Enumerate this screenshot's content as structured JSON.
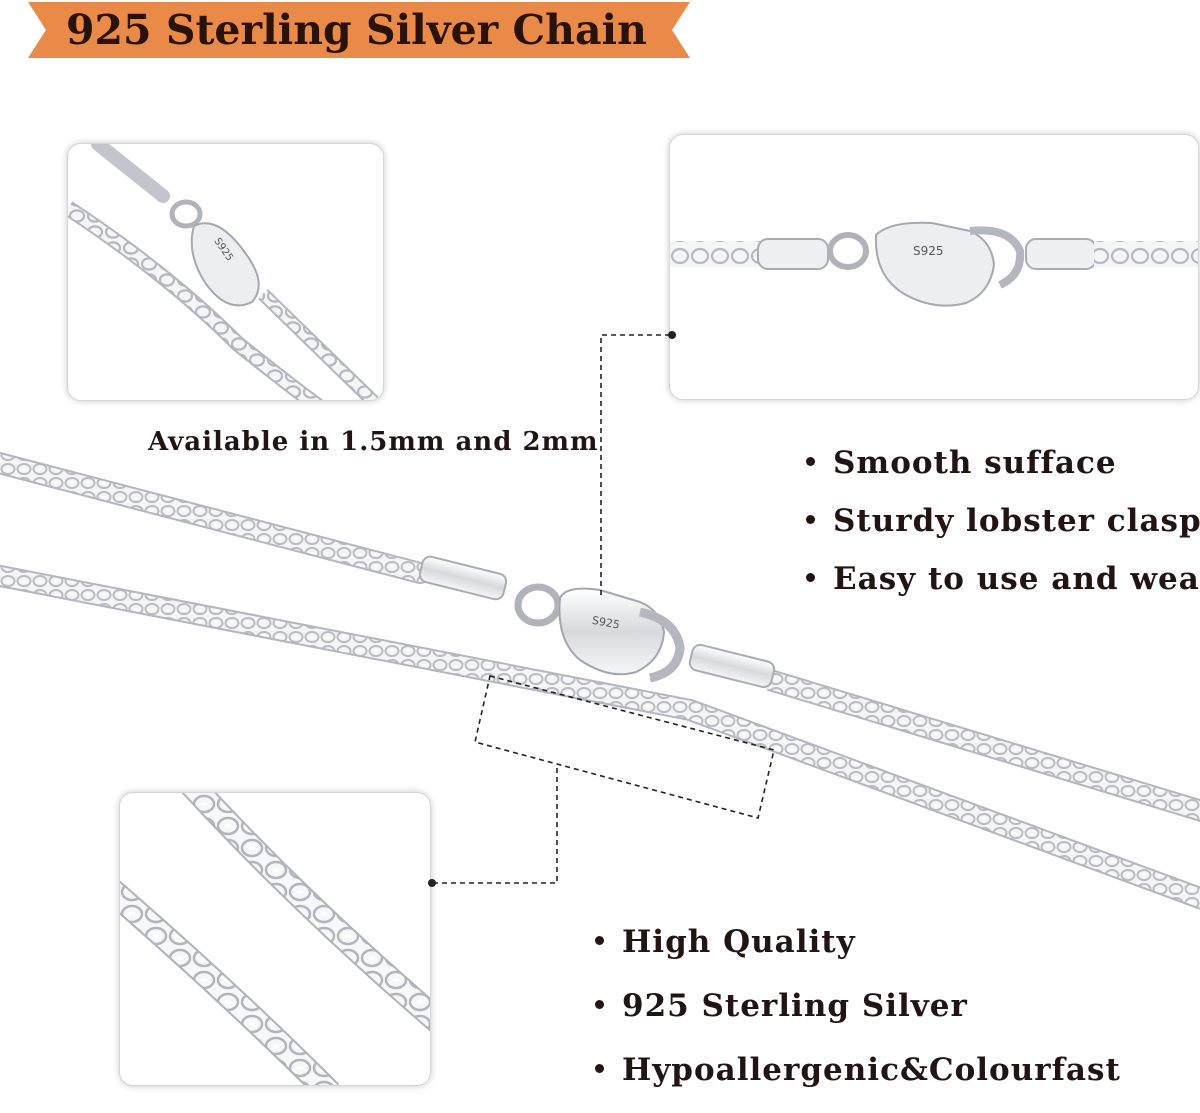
{
  "banner": {
    "title": "925 Sterling Silver Chain",
    "color": "#e98a48"
  },
  "photos": {
    "clasp_angled": {
      "stamp": "S925"
    },
    "clasp_flat": {
      "stamp": "S925"
    },
    "links": {}
  },
  "main_image": {
    "clasp_stamp": "S925"
  },
  "availability_text": "Available in 1.5mm and 2mm",
  "features_top": [
    "Smooth sufface",
    "Sturdy lobster clasp",
    "Easy to use and wear"
  ],
  "features_bottom": [
    "High Quality",
    "925 Sterling Silver",
    "Hypoallergenic&Colourfast"
  ],
  "colors": {
    "text": "#231414",
    "silver": "#c9ccd2",
    "leader": "#222222"
  }
}
